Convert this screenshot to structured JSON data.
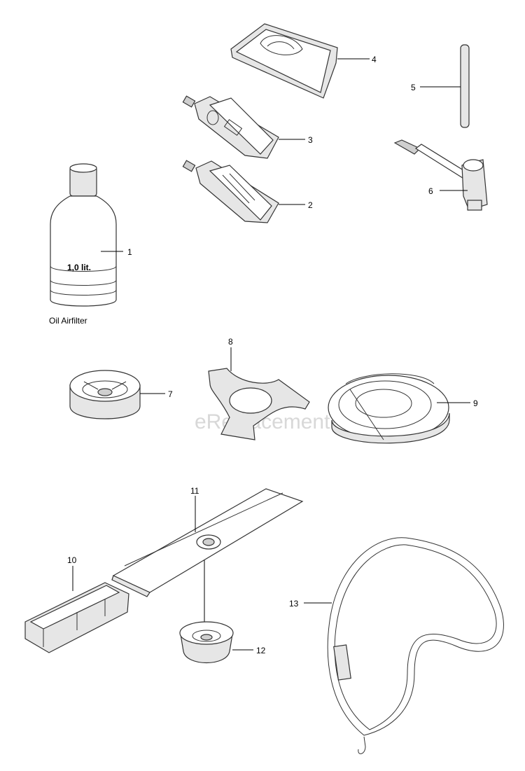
{
  "watermark": "eReplacementParts.com",
  "bottle": {
    "volume_label": "1,0 lit.",
    "caption": "Oil Airfilter"
  },
  "callouts": {
    "c1": "1",
    "c2": "2",
    "c3": "3",
    "c4": "4",
    "c5": "5",
    "c6": "6",
    "c7": "7",
    "c8": "8",
    "c9": "9",
    "c10": "10",
    "c11": "11",
    "c12": "12",
    "c13": "13"
  }
}
